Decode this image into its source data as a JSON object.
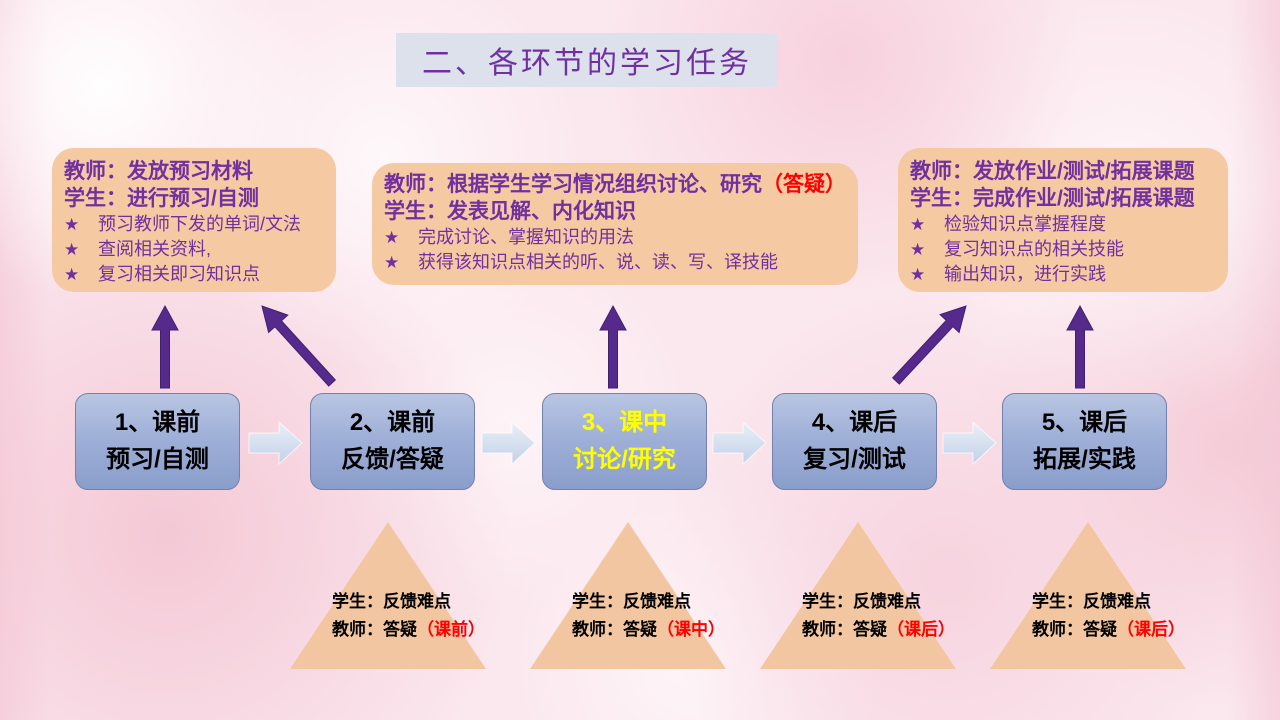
{
  "title": "二、各环节的学习任务",
  "icons": {
    "star": "★"
  },
  "colors": {
    "purple_text": "#7030a0",
    "red_highlight": "#ff0000",
    "orange_box": "#f5c9a2",
    "blue_box": "#9fb0d8",
    "arrow_purple": "#552a8c",
    "step_highlight_text": "#ffff00",
    "step_default_text": "#000000",
    "title_box_bg": "#dce1eb"
  },
  "task_boxes": [
    {
      "teacher_line": "教师：发放预习材料",
      "student_line": "学生：进行预习/自测",
      "bullets": [
        "预习教师下发的单词/文法",
        "查阅相关资料,",
        "复习相关即习知识点"
      ]
    },
    {
      "teacher_line": "教师：根据学生学习情况组织讨论、研究",
      "teacher_line_highlight": "（答疑）",
      "student_line": "学生：发表见解、内化知识",
      "bullets": [
        "完成讨论、掌握知识的用法",
        "获得该知识点相关的听、说、读、写、译技能"
      ]
    },
    {
      "teacher_line": "教师：发放作业/测试/拓展课题",
      "student_line": "学生：完成作业/测试/拓展课题",
      "bullets": [
        "检验知识点掌握程度",
        "复习知识点的相关技能",
        "输出知识，进行实践"
      ]
    }
  ],
  "steps": [
    {
      "line1": "1、课前",
      "line2": "预习/自测",
      "text_color": "#000000"
    },
    {
      "line1": "2、课前",
      "line2": "反馈/答疑",
      "text_color": "#000000"
    },
    {
      "line1": "3、课中",
      "line2": "讨论/研究",
      "text_color": "#ffff00"
    },
    {
      "line1": "4、课后",
      "line2": "复习/测试",
      "text_color": "#000000"
    },
    {
      "line1": "5、课后",
      "line2": "拓展/实践",
      "text_color": "#000000"
    }
  ],
  "triangles": [
    {
      "line1": "学生：反馈难点",
      "line2": "教师：答疑",
      "line2_highlight": "（课前）"
    },
    {
      "line1": "学生：反馈难点",
      "line2": "教师：答疑",
      "line2_highlight": "（课中）"
    },
    {
      "line1": "学生：反馈难点",
      "line2": "教师：答疑",
      "line2_highlight": "（课后）"
    },
    {
      "line1": "学生：反馈难点",
      "line2": "教师：答疑",
      "line2_highlight": "（课后）"
    }
  ]
}
